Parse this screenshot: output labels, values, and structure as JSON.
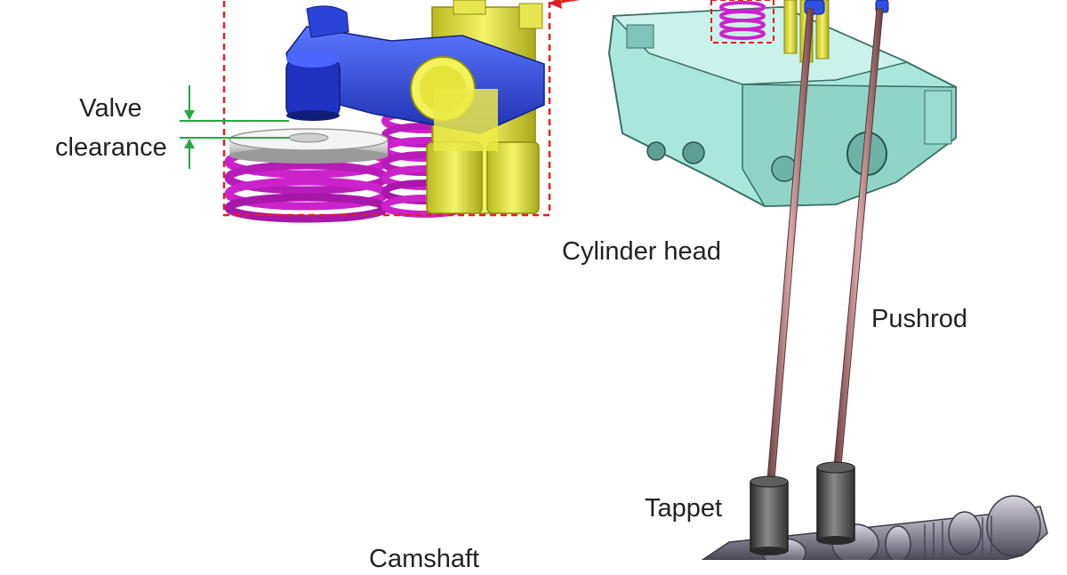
{
  "labels": {
    "valve_clearance": [
      "Valve",
      "clearance"
    ],
    "cylinder_head": "Cylinder head",
    "pushrod": "Pushrod",
    "tappet": "Tappet",
    "camshaft": "Camshaft"
  },
  "colors": {
    "rocker_arm": "#2e50e6",
    "valve_spring": "#cc22cc",
    "rocker_support": "#e8e84a",
    "cylinder_head": "#9fe0d4",
    "pushrod": "#a06a6a",
    "tappet": "#4a4a4a",
    "camshaft": "#9a97a4",
    "detail_frame": "#e02020",
    "clearance_marker": "#22aa44"
  }
}
